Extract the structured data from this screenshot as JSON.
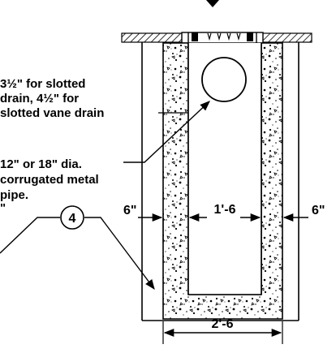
{
  "notes": {
    "slot_line1": "3½\" for slotted",
    "slot_line2": "drain, 4½\" for",
    "slot_line3": "slotted vane drain",
    "pipe_line1": "12\" or 18\" dia.",
    "pipe_line2": "corrugated metal",
    "pipe_line3": "pipe.",
    "cut_left": "\""
  },
  "dimensions": {
    "left_wall": "6\"",
    "right_wall": "6\"",
    "inner_width": "1'-6",
    "outer_width": "2'-6"
  },
  "callout": {
    "number": "4"
  },
  "colors": {
    "ink": "#000000",
    "paper": "#ffffff"
  }
}
